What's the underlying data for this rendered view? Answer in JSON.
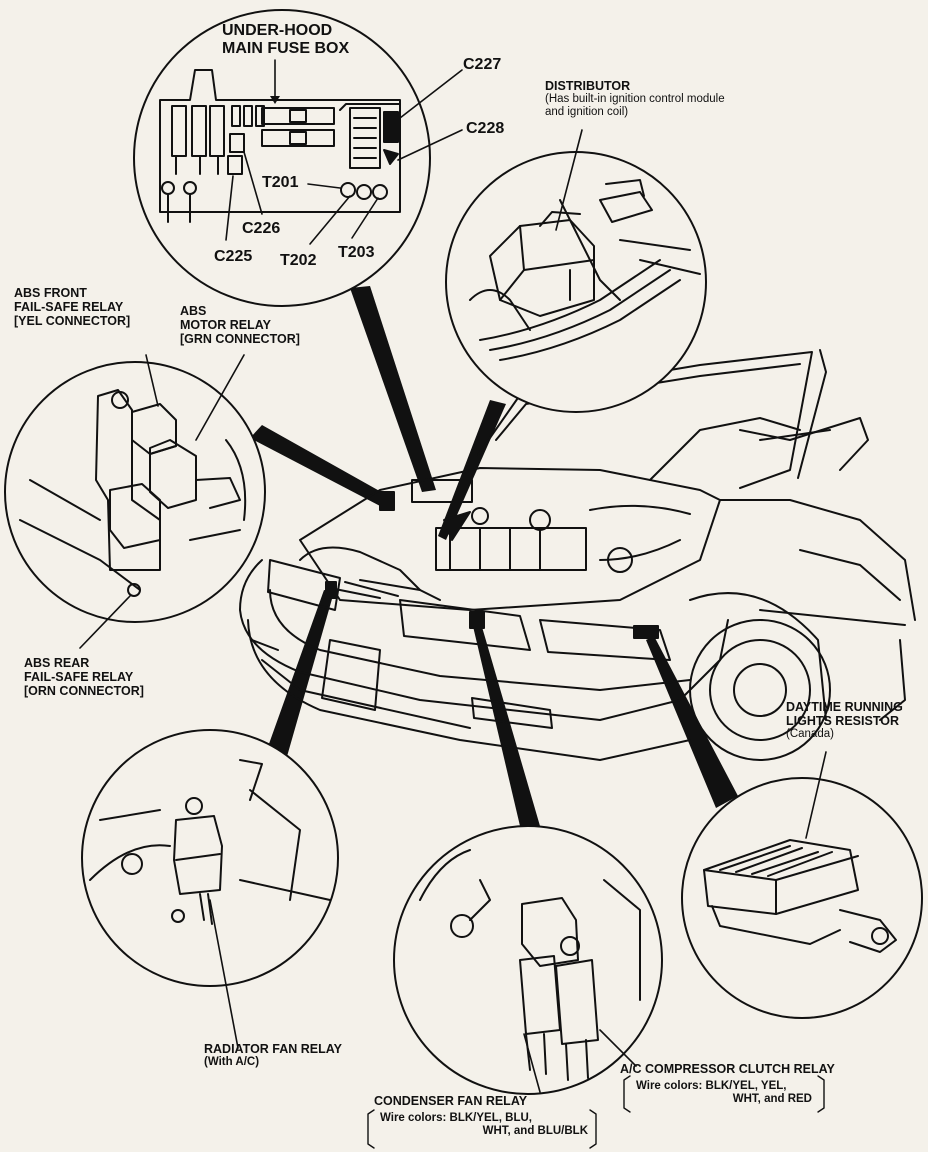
{
  "fuse_box": {
    "title_line1": "UNDER-HOOD",
    "title_line2": "MAIN FUSE BOX",
    "connectors": {
      "c227": "C227",
      "c228": "C228",
      "t201": "T201",
      "c226": "C226",
      "c225": "C225",
      "t202": "T202",
      "t203": "T203"
    }
  },
  "distributor": {
    "title": "DISTRIBUTOR",
    "note_line1": "(Has built-in ignition control module",
    "note_line2": "and ignition coil)"
  },
  "abs_front": {
    "line1": "ABS FRONT",
    "line2": "FAIL-SAFE RELAY",
    "line3": "[YEL CONNECTOR]"
  },
  "abs_motor": {
    "line1": "ABS",
    "line2": "MOTOR RELAY",
    "line3": "[GRN CONNECTOR]"
  },
  "abs_rear": {
    "line1": "ABS REAR",
    "line2": "FAIL-SAFE RELAY",
    "line3": "[ORN CONNECTOR]"
  },
  "drl_resistor": {
    "line1": "DAYTIME RUNNING",
    "line2": "LIGHTS RESISTOR",
    "line3": "(Canada)"
  },
  "radiator_fan": {
    "line1": "RADIATOR FAN RELAY",
    "line2": "(With A/C)"
  },
  "ac_clutch": {
    "title": "A/C COMPRESSOR CLUTCH RELAY",
    "wire_line1": "Wire colors: BLK/YEL, YEL,",
    "wire_line2": "WHT, and RED"
  },
  "condenser_fan": {
    "title": "CONDENSER FAN RELAY",
    "wire_line1": "Wire colors: BLK/YEL, BLU,",
    "wire_line2": "WHT, and BLU/BLK"
  },
  "colors": {
    "ink": "#111111",
    "paper": "#f4f1ea"
  }
}
